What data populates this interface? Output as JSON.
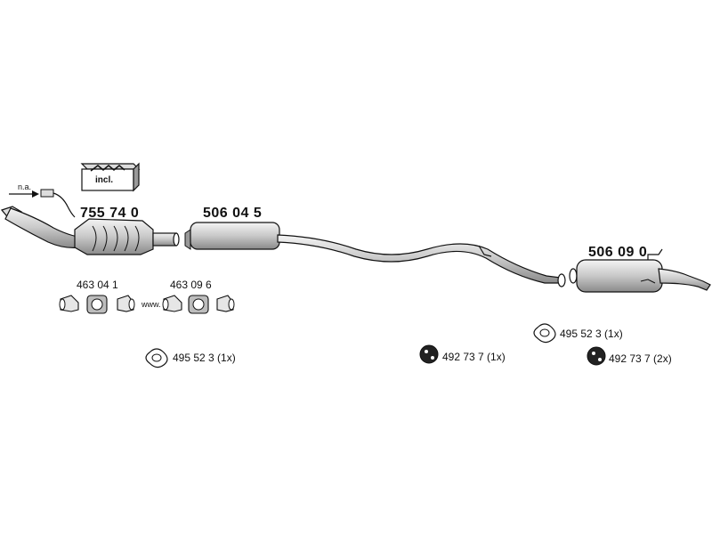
{
  "labels": {
    "na": "n.a.",
    "incl": "incl.",
    "catalyst": "755 74 0",
    "middle_silencer": "506 04 5",
    "rear_silencer": "506 09 0",
    "clamp_a": "463 04 1",
    "clamp_b": "463 09 6",
    "www": "www.",
    "gasket_left": "495 52 3 (1x)",
    "gasket_right": "495 52 3 (1x)",
    "rubber_mid": "492 73 7 (1x)",
    "rubber_right": "492 73 7 (2x)"
  },
  "colors": {
    "line": "#111111",
    "fill_light": "#e6e6e6",
    "fill_mid": "#bdbdbd",
    "fill_dark": "#6e6e6e"
  }
}
